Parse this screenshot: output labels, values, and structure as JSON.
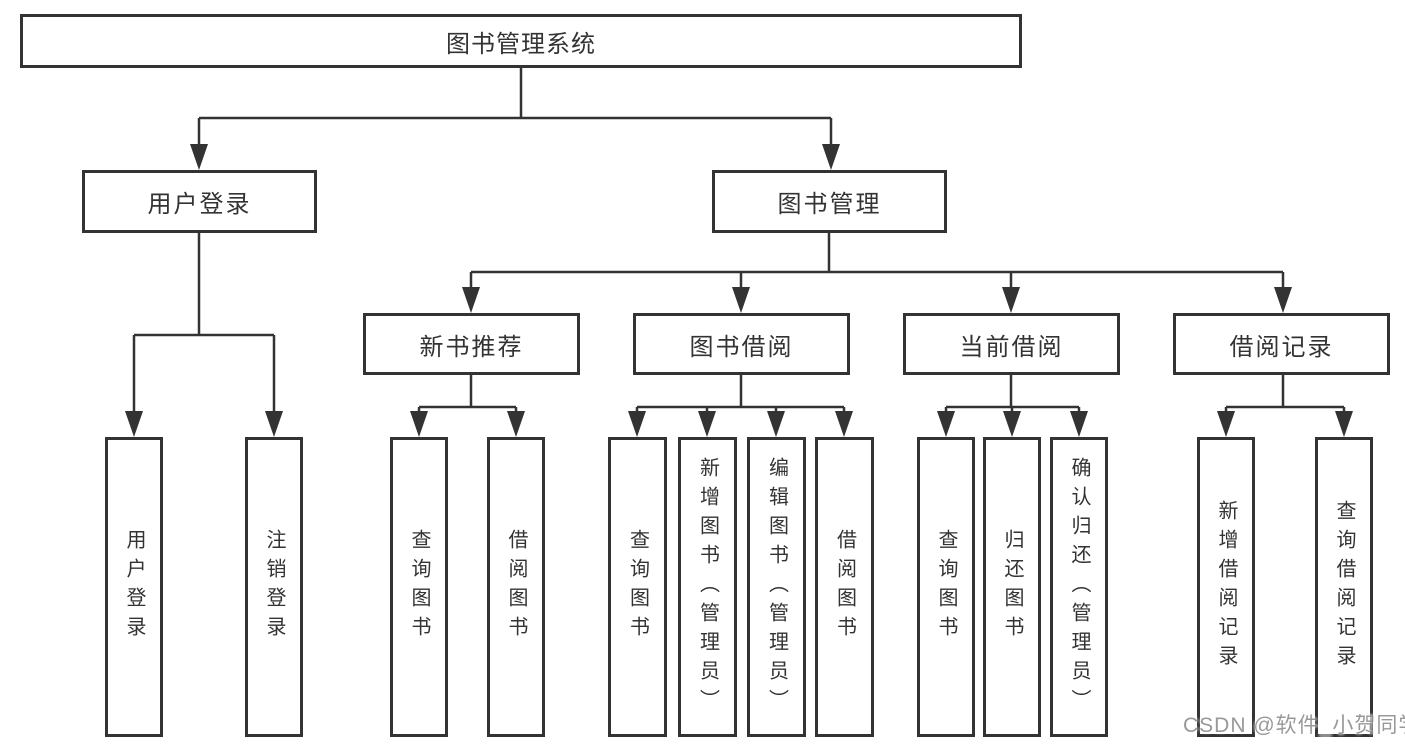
{
  "tree": {
    "root": "图书管理系统",
    "level2": [
      "用户登录",
      "图书管理"
    ],
    "login_children": [
      "用户登录",
      "注销登录"
    ],
    "mgmt_groups": [
      {
        "label": "新书推荐",
        "children": [
          "查询图书",
          "借阅图书"
        ]
      },
      {
        "label": "图书借阅",
        "children": [
          "查询图书",
          "新增图书（管理员）",
          "编辑图书（管理员）",
          "借阅图书"
        ]
      },
      {
        "label": "当前借阅",
        "children": [
          "查询图书",
          "归还图书",
          "确认归还（管理员）"
        ]
      },
      {
        "label": "借阅记录",
        "children": [
          "新增借阅记录",
          "查询借阅记录"
        ]
      }
    ]
  },
  "watermark": {
    "text": "CSDN @软件_小贺同学"
  },
  "colors": {
    "line": "#333333",
    "background": "#ffffff",
    "watermark": "#878787"
  }
}
